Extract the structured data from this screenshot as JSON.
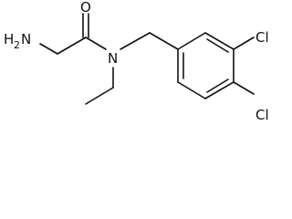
{
  "molecule": {
    "atoms": {
      "amine": {
        "main": "H",
        "sub": "2",
        "suffix": "N"
      },
      "carbonyl_oxygen": "O",
      "amide_nitrogen": "N",
      "chlorine_upper": "Cl",
      "chlorine_lower": "Cl"
    }
  }
}
